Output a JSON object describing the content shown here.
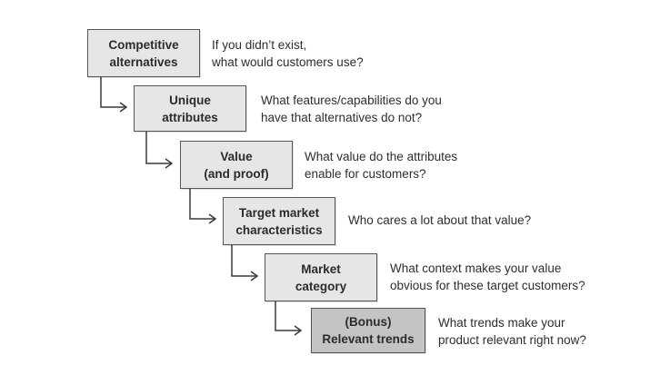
{
  "steps": [
    {
      "id": "competitive-alternatives",
      "label": [
        "Competitive",
        "alternatives"
      ],
      "question": [
        "If you didn’t exist,",
        "what would customers use?"
      ],
      "highlight": false
    },
    {
      "id": "unique-attributes",
      "label": [
        "Unique",
        "attributes"
      ],
      "question": [
        "What features/capabilities do you",
        "have that alternatives do not?"
      ],
      "highlight": false
    },
    {
      "id": "value",
      "label": [
        "Value",
        "(and proof)"
      ],
      "question": [
        "What value do the attributes",
        "enable for customers?"
      ],
      "highlight": false
    },
    {
      "id": "target-market",
      "label": [
        "Target market",
        "characteristics"
      ],
      "question": [
        "Who cares a lot about that value?"
      ],
      "highlight": false
    },
    {
      "id": "market-category",
      "label": [
        "Market",
        "category"
      ],
      "question": [
        "What context makes your value",
        "obvious for these target customers?"
      ],
      "highlight": false
    },
    {
      "id": "relevant-trends",
      "label": [
        "(Bonus)",
        "Relevant trends"
      ],
      "question": [
        "What trends make your",
        "product relevant right now?"
      ],
      "highlight": true
    }
  ],
  "colors": {
    "box_fill": "#e6e6e6",
    "highlight_fill": "#c4c4c4",
    "border": "#555555",
    "text": "#2b2b2b"
  }
}
